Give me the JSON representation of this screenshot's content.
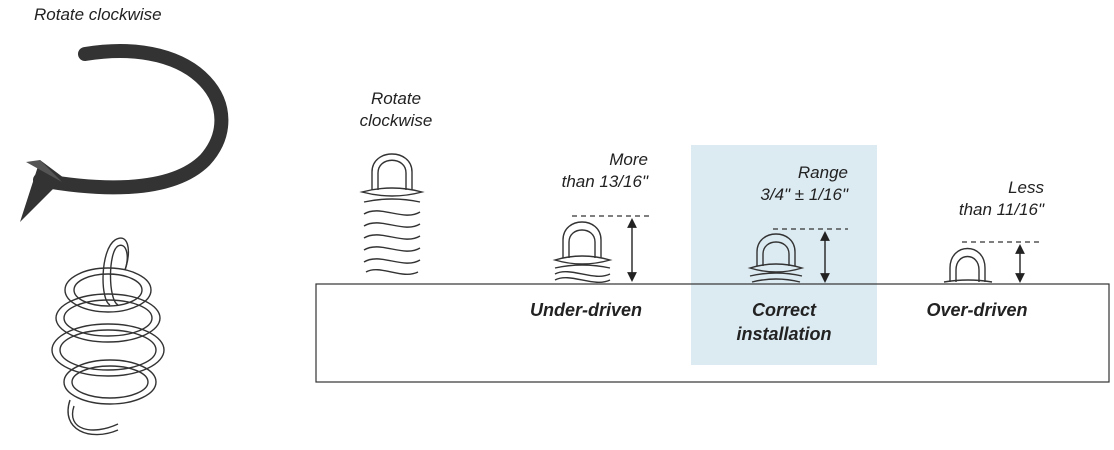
{
  "caption_top": "Rotate clockwise",
  "stage_installing": {
    "caption": "Rotate clockwise"
  },
  "stage_under": {
    "label": "Under-driven",
    "measurement_line1": "More",
    "measurement_line2": "than 13/16\""
  },
  "stage_correct": {
    "label_line1": "Correct",
    "label_line2": "installation",
    "measurement_line1": "Range",
    "measurement_line2": "3/4\" ± 1/16\"",
    "highlight_color": "#dceaf2"
  },
  "stage_over": {
    "label": "Over-driven",
    "measurement_line1": "Less",
    "measurement_line2": "than 11/16\""
  }
}
